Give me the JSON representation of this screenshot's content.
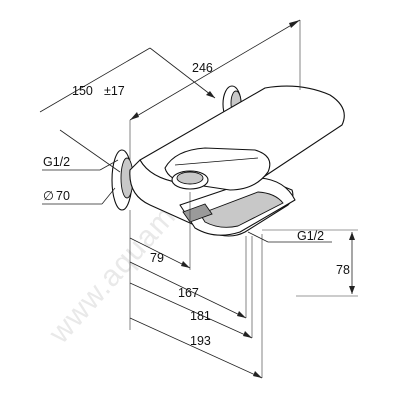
{
  "watermark": "www.aquamir.ru",
  "dimensions": {
    "width_overall": "246",
    "wall_offset": "150",
    "tolerance": "±17",
    "inlet_left": "G1/2",
    "rosette_diameter": "70",
    "diameter_symbol": "∅",
    "outlet": "G1/2",
    "height": "78",
    "d1": "79",
    "d2": "167",
    "d3": "181",
    "d4": "193"
  }
}
